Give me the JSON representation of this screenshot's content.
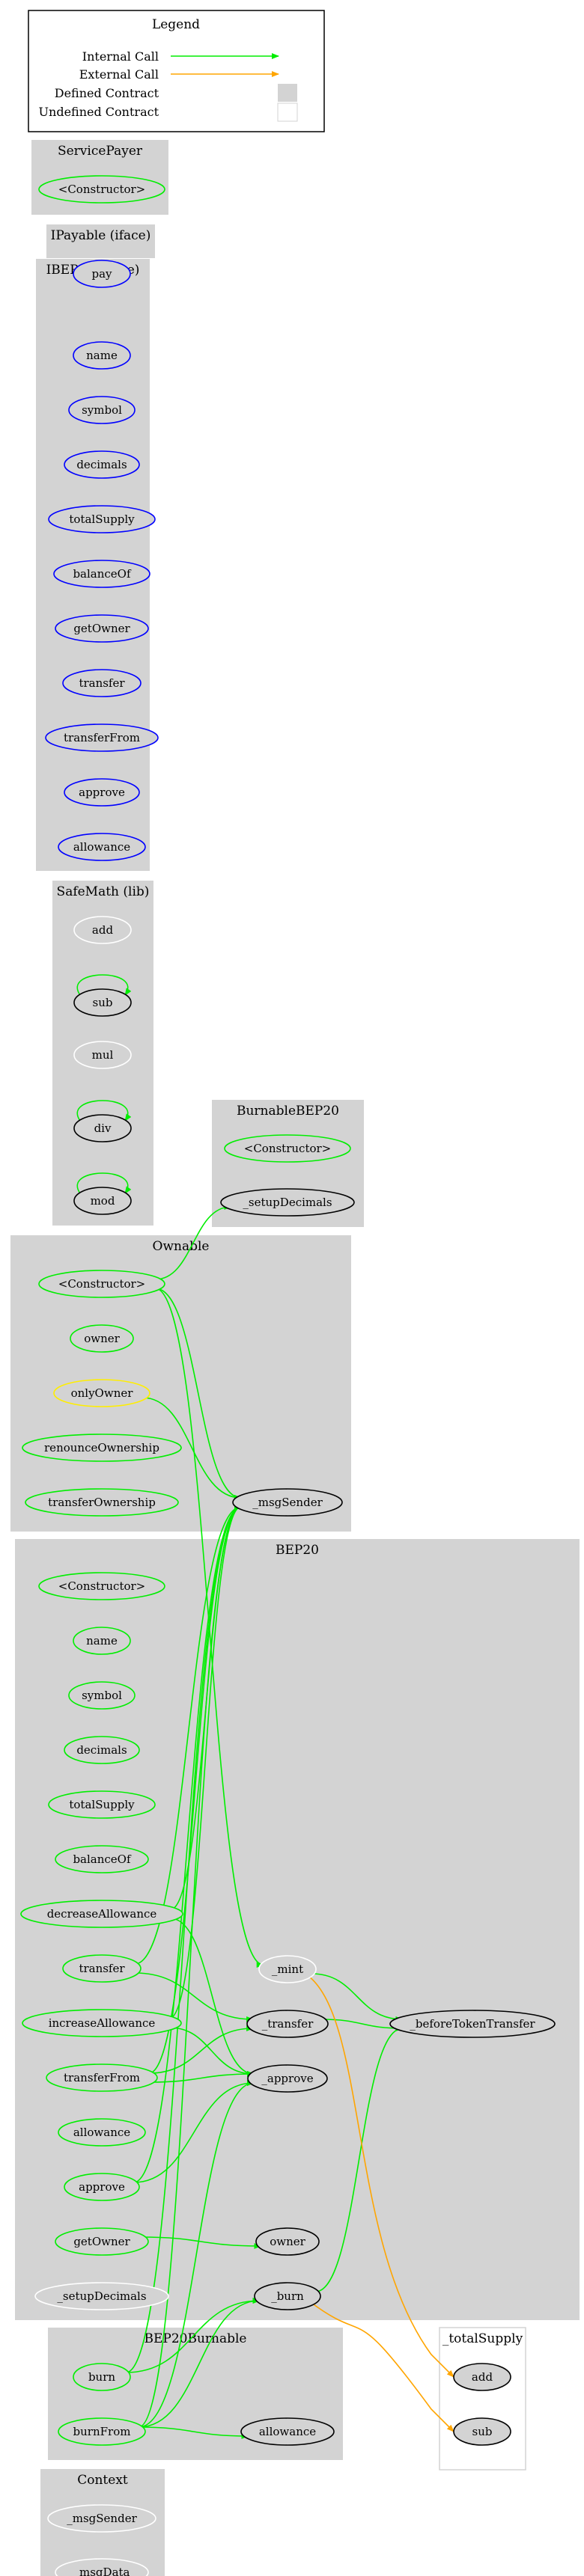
{
  "legend": {
    "title": "Legend",
    "items": [
      "Internal Call",
      "External Call",
      "Defined Contract",
      "Undefined Contract"
    ]
  },
  "colors": {
    "cluster_fill": "#d3d3d3",
    "internal_call": "#00ee00",
    "external_call": "#ffa500",
    "public_node": "#00ee00",
    "iface_node": "#0000ff",
    "modifier_node": "#ffee00",
    "internal_node": "#000000",
    "lib_node": "#ffffff"
  },
  "clusters": [
    {
      "id": "ServicePayer",
      "label": "ServicePayer"
    },
    {
      "id": "IPayable",
      "label": "IPayable  (iface)"
    },
    {
      "id": "IBEP20",
      "label": "IBEP20  (iface)"
    },
    {
      "id": "SafeMath",
      "label": "SafeMath  (lib)"
    },
    {
      "id": "BurnableBEP20",
      "label": "BurnableBEP20"
    },
    {
      "id": "Ownable",
      "label": "Ownable"
    },
    {
      "id": "BEP20",
      "label": "BEP20"
    },
    {
      "id": "BEP20Burnable",
      "label": "BEP20Burnable"
    },
    {
      "id": "totalSupplyC",
      "label": "_totalSupply"
    },
    {
      "id": "Context",
      "label": "Context"
    }
  ],
  "nodes": [
    {
      "id": "SP_ctor",
      "label": "<Constructor>",
      "kind": "public"
    },
    {
      "id": "IP_pay",
      "label": "pay",
      "kind": "iface"
    },
    {
      "id": "IB_name",
      "label": "name",
      "kind": "iface"
    },
    {
      "id": "IB_symbol",
      "label": "symbol",
      "kind": "iface"
    },
    {
      "id": "IB_decimals",
      "label": "decimals",
      "kind": "iface"
    },
    {
      "id": "IB_totalSupply",
      "label": "totalSupply",
      "kind": "iface"
    },
    {
      "id": "IB_balanceOf",
      "label": "balanceOf",
      "kind": "iface"
    },
    {
      "id": "IB_getOwner",
      "label": "getOwner",
      "kind": "iface"
    },
    {
      "id": "IB_transfer",
      "label": "transfer",
      "kind": "iface"
    },
    {
      "id": "IB_transferFrom",
      "label": "transferFrom",
      "kind": "iface"
    },
    {
      "id": "IB_approve",
      "label": "approve",
      "kind": "iface"
    },
    {
      "id": "IB_allowance",
      "label": "allowance",
      "kind": "iface"
    },
    {
      "id": "SM_add",
      "label": "add",
      "kind": "lib"
    },
    {
      "id": "SM_sub",
      "label": "sub",
      "kind": "internal"
    },
    {
      "id": "SM_mul",
      "label": "mul",
      "kind": "lib"
    },
    {
      "id": "SM_div",
      "label": "div",
      "kind": "internal"
    },
    {
      "id": "SM_mod",
      "label": "mod",
      "kind": "internal"
    },
    {
      "id": "BB_ctor",
      "label": "<Constructor>",
      "kind": "public"
    },
    {
      "id": "BB_setupDecimals",
      "label": "_setupDecimals",
      "kind": "internal"
    },
    {
      "id": "OW_ctor",
      "label": "<Constructor>",
      "kind": "public"
    },
    {
      "id": "OW_owner",
      "label": "owner",
      "kind": "public"
    },
    {
      "id": "OW_onlyOwner",
      "label": "onlyOwner",
      "kind": "modifier"
    },
    {
      "id": "OW_renounce",
      "label": "renounceOwnership",
      "kind": "public"
    },
    {
      "id": "OW_transferOwnership",
      "label": "transferOwnership",
      "kind": "public"
    },
    {
      "id": "OW_msgSender",
      "label": "_msgSender",
      "kind": "internal"
    },
    {
      "id": "B_ctor",
      "label": "<Constructor>",
      "kind": "public"
    },
    {
      "id": "B_name",
      "label": "name",
      "kind": "public"
    },
    {
      "id": "B_symbol",
      "label": "symbol",
      "kind": "public"
    },
    {
      "id": "B_decimals",
      "label": "decimals",
      "kind": "public"
    },
    {
      "id": "B_totalSupply",
      "label": "totalSupply",
      "kind": "public"
    },
    {
      "id": "B_balanceOf",
      "label": "balanceOf",
      "kind": "public"
    },
    {
      "id": "B_decreaseAllowance",
      "label": "decreaseAllowance",
      "kind": "public"
    },
    {
      "id": "B_transfer",
      "label": "transfer",
      "kind": "public"
    },
    {
      "id": "B_increaseAllowance",
      "label": "increaseAllowance",
      "kind": "public"
    },
    {
      "id": "B_transferFrom",
      "label": "transferFrom",
      "kind": "public"
    },
    {
      "id": "B_allowance",
      "label": "allowance",
      "kind": "public"
    },
    {
      "id": "B_approve",
      "label": "approve",
      "kind": "public"
    },
    {
      "id": "B_getOwner",
      "label": "getOwner",
      "kind": "public"
    },
    {
      "id": "B_setupDecimals",
      "label": "_setupDecimals",
      "kind": "lib"
    },
    {
      "id": "B__mint",
      "label": "_mint",
      "kind": "lib"
    },
    {
      "id": "B__transfer",
      "label": "_transfer",
      "kind": "internal"
    },
    {
      "id": "B__approve",
      "label": "_approve",
      "kind": "internal"
    },
    {
      "id": "B__owner",
      "label": "owner",
      "kind": "internal"
    },
    {
      "id": "B__burn",
      "label": "_burn",
      "kind": "internal"
    },
    {
      "id": "B__beforeTokenTransfer",
      "label": "_beforeTokenTransfer",
      "kind": "internal"
    },
    {
      "id": "BBn_burn",
      "label": "burn",
      "kind": "public"
    },
    {
      "id": "BBn_burnFrom",
      "label": "burnFrom",
      "kind": "public"
    },
    {
      "id": "BBn_allowance",
      "label": "allowance",
      "kind": "internal"
    },
    {
      "id": "TS_add",
      "label": "add",
      "kind": "internal"
    },
    {
      "id": "TS_sub",
      "label": "sub",
      "kind": "internal"
    },
    {
      "id": "CX_msgSender",
      "label": "_msgSender",
      "kind": "lib"
    },
    {
      "id": "CX_msgData",
      "label": "_msgData",
      "kind": "lib"
    }
  ],
  "edges": [
    {
      "from": "SM_sub",
      "to": "SM_sub",
      "type": "internal"
    },
    {
      "from": "SM_div",
      "to": "SM_div",
      "type": "internal"
    },
    {
      "from": "SM_mod",
      "to": "SM_mod",
      "type": "internal"
    },
    {
      "from": "OW_ctor",
      "to": "BB_setupDecimals",
      "type": "internal"
    },
    {
      "from": "OW_ctor",
      "to": "OW_msgSender",
      "type": "internal"
    },
    {
      "from": "OW_ctor",
      "to": "B__mint",
      "type": "internal"
    },
    {
      "from": "OW_onlyOwner",
      "to": "OW_msgSender",
      "type": "internal"
    },
    {
      "from": "B_decreaseAllowance",
      "to": "OW_msgSender",
      "type": "internal"
    },
    {
      "from": "B_decreaseAllowance",
      "to": "B__approve",
      "type": "internal"
    },
    {
      "from": "B_transfer",
      "to": "OW_msgSender",
      "type": "internal"
    },
    {
      "from": "B_transfer",
      "to": "B__transfer",
      "type": "internal"
    },
    {
      "from": "B_increaseAllowance",
      "to": "OW_msgSender",
      "type": "internal"
    },
    {
      "from": "B_increaseAllowance",
      "to": "B__approve",
      "type": "internal"
    },
    {
      "from": "B_transferFrom",
      "to": "OW_msgSender",
      "type": "internal"
    },
    {
      "from": "B_transferFrom",
      "to": "B__transfer",
      "type": "internal"
    },
    {
      "from": "B_transferFrom",
      "to": "B__approve",
      "type": "internal"
    },
    {
      "from": "B_approve",
      "to": "OW_msgSender",
      "type": "internal"
    },
    {
      "from": "B_approve",
      "to": "B__approve",
      "type": "internal"
    },
    {
      "from": "B_getOwner",
      "to": "B__owner",
      "type": "internal"
    },
    {
      "from": "B__mint",
      "to": "B__beforeTokenTransfer",
      "type": "internal"
    },
    {
      "from": "B__transfer",
      "to": "B__beforeTokenTransfer",
      "type": "internal"
    },
    {
      "from": "B__burn",
      "to": "B__beforeTokenTransfer",
      "type": "internal"
    },
    {
      "from": "B__mint",
      "to": "TS_add",
      "type": "external"
    },
    {
      "from": "B__burn",
      "to": "TS_sub",
      "type": "external"
    },
    {
      "from": "BBn_burn",
      "to": "OW_msgSender",
      "type": "internal"
    },
    {
      "from": "BBn_burn",
      "to": "B__burn",
      "type": "internal"
    },
    {
      "from": "BBn_burnFrom",
      "to": "OW_msgSender",
      "type": "internal"
    },
    {
      "from": "BBn_burnFrom",
      "to": "B__approve",
      "type": "internal"
    },
    {
      "from": "BBn_burnFrom",
      "to": "B__burn",
      "type": "internal"
    },
    {
      "from": "BBn_burnFrom",
      "to": "BBn_allowance",
      "type": "internal"
    }
  ]
}
